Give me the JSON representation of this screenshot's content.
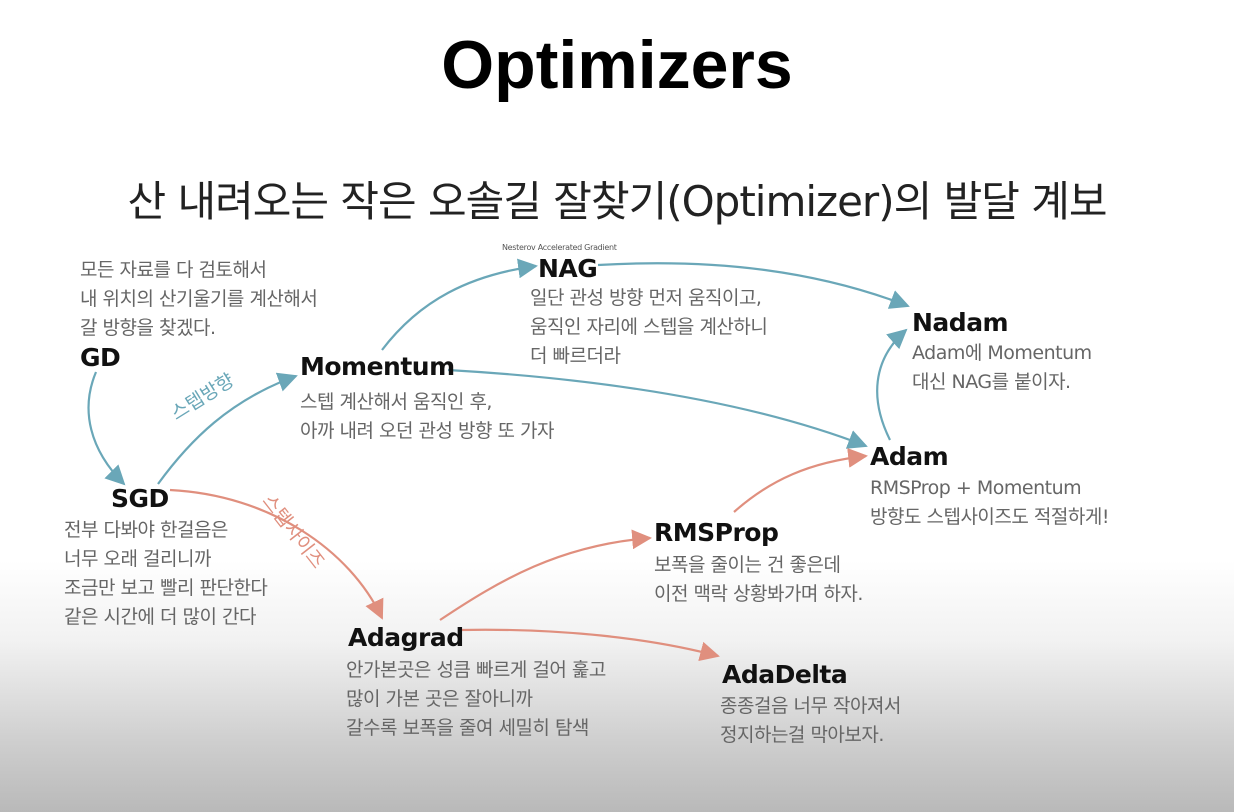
{
  "title": "Optimizers",
  "subtitle": "산 내려오는 작은 오솔길 잘찾기(Optimizer)의 발달 계보",
  "nodes": {
    "gd": {
      "name": "GD",
      "desc": [
        "모든 자료를 다 검토해서",
        "내 위치의 산기울기를 계산해서",
        "갈 방향을 찾겠다."
      ]
    },
    "sgd": {
      "name": "SGD",
      "desc": [
        "전부 다봐야 한걸음은",
        "너무 오래 걸리니까",
        "조금만 보고 빨리 판단한다",
        "같은 시간에 더 많이 간다"
      ]
    },
    "momentum": {
      "name": "Momentum",
      "desc": [
        "스텝 계산해서 움직인 후,",
        "아까 내려 오던 관성 방향 또 가자"
      ]
    },
    "nag": {
      "name": "NAG",
      "subtitle": "Nesterov Accelerated Gradient",
      "desc": [
        "일단 관성 방향 먼저 움직이고,",
        "움직인 자리에 스텝을 계산하니",
        "더 빠르더라"
      ]
    },
    "nadam": {
      "name": "Nadam",
      "desc": [
        "Adam에 Momentum",
        "대신 NAG를 붙이자."
      ]
    },
    "adam": {
      "name": "Adam",
      "desc": [
        "RMSProp + Momentum",
        "방향도 스텝사이즈도 적절하게!"
      ]
    },
    "rmsprop": {
      "name": "RMSProp",
      "desc": [
        "보폭을 줄이는 건 좋은데",
        "이전 맥락 상황봐가며 하자."
      ]
    },
    "adagrad": {
      "name": "Adagrad",
      "desc": [
        "안가본곳은 성큼 빠르게 걸어 훑고",
        "많이 가본 곳은 잘아니까",
        "갈수록 보폭을 줄여 세밀히 탐색"
      ]
    },
    "adadelta": {
      "name": "AdaDelta",
      "desc": [
        "종종걸음 너무 작아져서",
        "정지하는걸 막아보자."
      ]
    }
  },
  "edge_labels": {
    "direction": "스텝방향",
    "stepsize": "스텝사이즈"
  },
  "colors": {
    "direction": "#6aa7b8",
    "stepsize": "#e08f7e",
    "text": "#666666"
  }
}
